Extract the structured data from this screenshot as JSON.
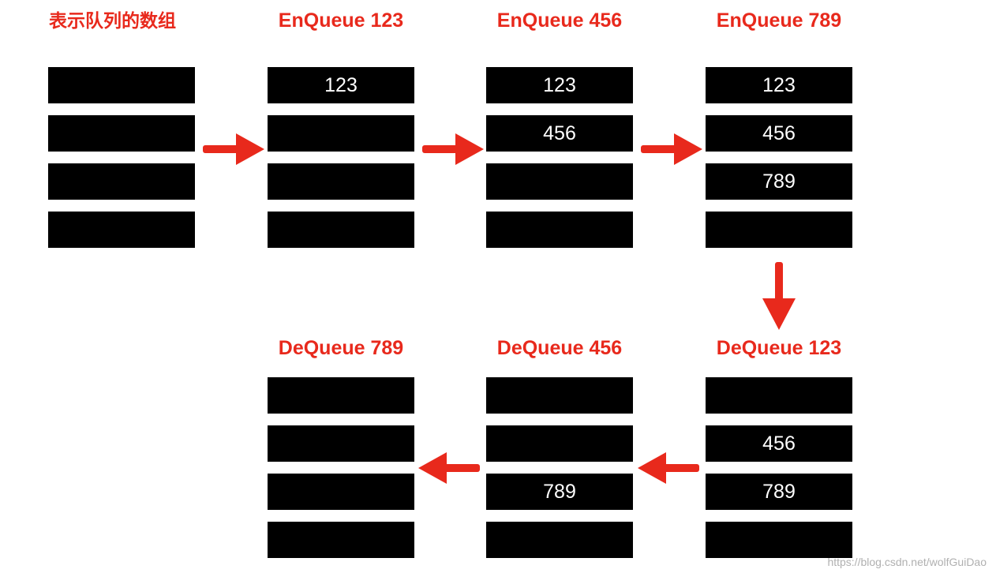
{
  "colors": {
    "title": "#e8291c",
    "slot": "#000000",
    "slot_text": "#ffffff",
    "arrow": "#e8291c"
  },
  "stages": [
    {
      "title": "表示队列的数组",
      "slots": [
        "",
        "",
        "",
        ""
      ]
    },
    {
      "title": "EnQueue 123",
      "slots": [
        "123",
        "",
        "",
        ""
      ]
    },
    {
      "title": "EnQueue 456",
      "slots": [
        "123",
        "456",
        "",
        ""
      ]
    },
    {
      "title": "EnQueue 789",
      "slots": [
        "123",
        "456",
        "789",
        ""
      ]
    },
    {
      "title": "DeQueue 123",
      "slots": [
        "",
        "456",
        "789",
        ""
      ]
    },
    {
      "title": "DeQueue 456",
      "slots": [
        "",
        "",
        "789",
        ""
      ]
    },
    {
      "title": "DeQueue 789",
      "slots": [
        "",
        "",
        "",
        ""
      ]
    }
  ],
  "arrows": [
    "right",
    "right",
    "right",
    "down",
    "left",
    "left"
  ],
  "watermark": "https://blog.csdn.net/wolfGuiDao"
}
